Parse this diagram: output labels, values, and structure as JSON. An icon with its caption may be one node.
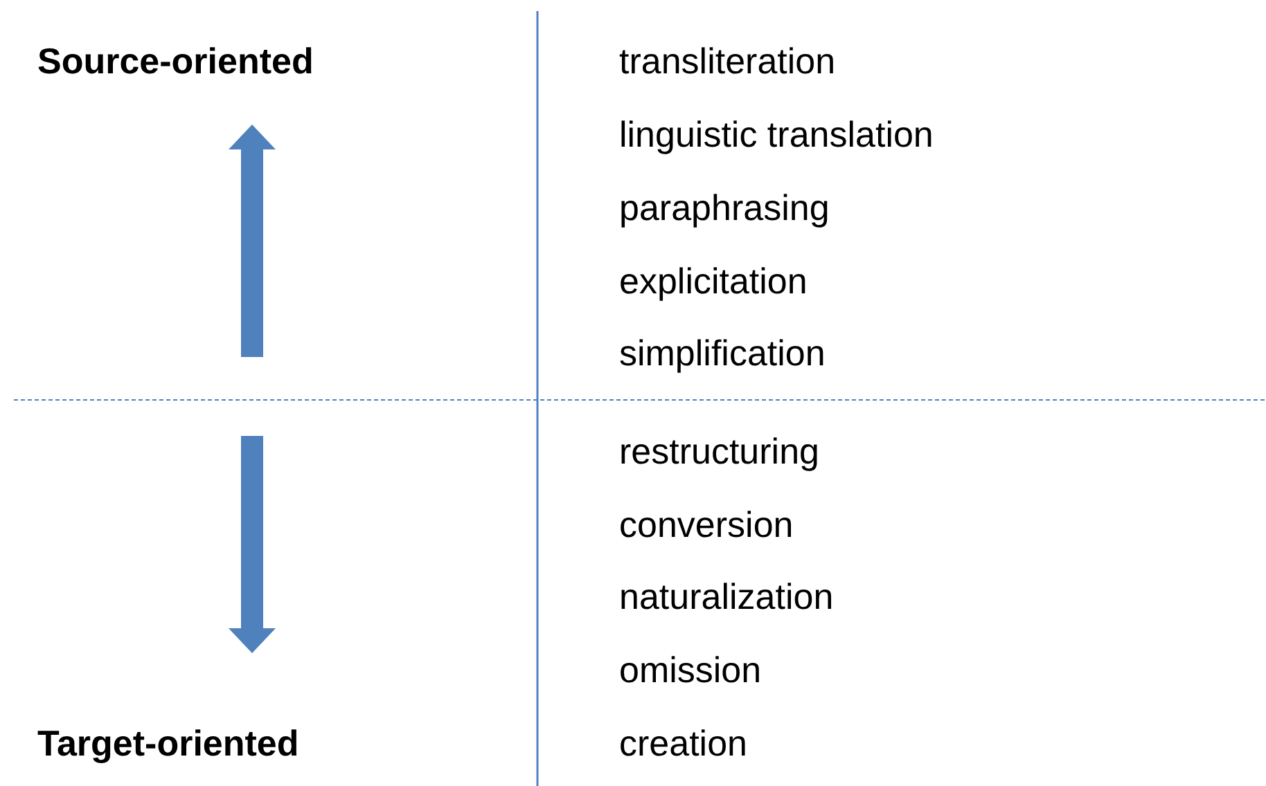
{
  "diagram": {
    "labels": [
      "Source-oriented",
      "transliteration",
      "linguistic translation",
      "paraphrasing",
      "explicitation",
      "simplification",
      "restructuring",
      "conversion",
      "naturalization",
      "omission",
      "Target-oriented",
      "creation"
    ]
  }
}
